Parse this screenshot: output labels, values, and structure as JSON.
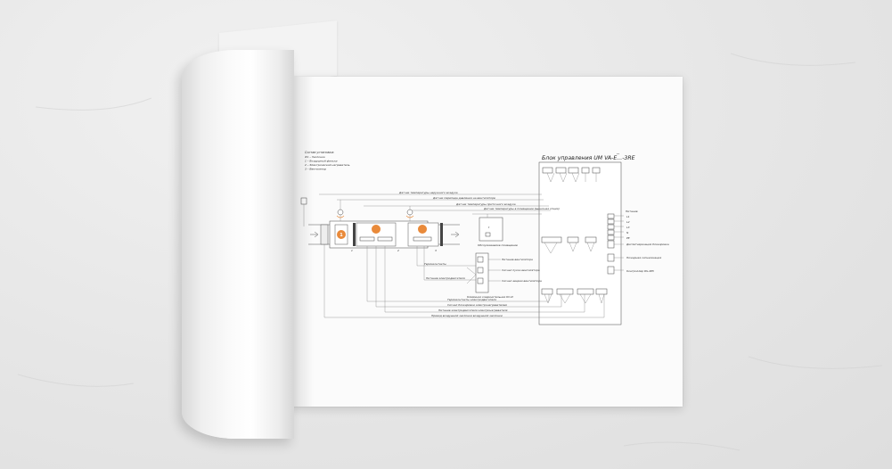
{
  "diagram": {
    "title": "Блок управления UM VA-E...-3RE",
    "title_sup": "**",
    "legend": {
      "heading": "Состав установки:",
      "items": [
        "#1 – Заслонка",
        "1 – Воздушный фильтр",
        "2 – Электрический нагреватель",
        "3 – Вентилятор"
      ]
    },
    "section_numbers": [
      "1",
      "2",
      "3"
    ],
    "top_labels": [
      "Датчик температуры наружного воздуха",
      "Датчик перепада давления на вентиляторе",
      "Датчик температуры приточного воздуха",
      "Датчик температуры в помещении (выносная опция)"
    ],
    "room_label": "Обслуживаемое помещение",
    "room_value": "t",
    "terminal_block_caption": "Клеммная соединительная КС-И",
    "terminal_labels": [
      "Питание вентилятора",
      "Сигнал пуска вентилятора",
      "Сигнал аварии вентилятора"
    ],
    "fan_side_labels": [
      "Термоконтакты",
      "Питание электродвигателя"
    ],
    "bottom_labels": [
      "Термоконтакты электродвигателя",
      "Сигнал блокировки электронагревателем",
      "Питание электродвигателя электронагревателя",
      "Привод воздушной заслонки воздушной заслонки"
    ],
    "right_groups": {
      "power_heading": "Питание",
      "power_items": [
        "L1",
        "L2",
        "L3",
        "N",
        "PE"
      ],
      "dispatch_label": "Диспетчеризация блокировка",
      "fire_label": "Пожарная сигнализация",
      "control_label": "Контроллер RS-485"
    }
  }
}
